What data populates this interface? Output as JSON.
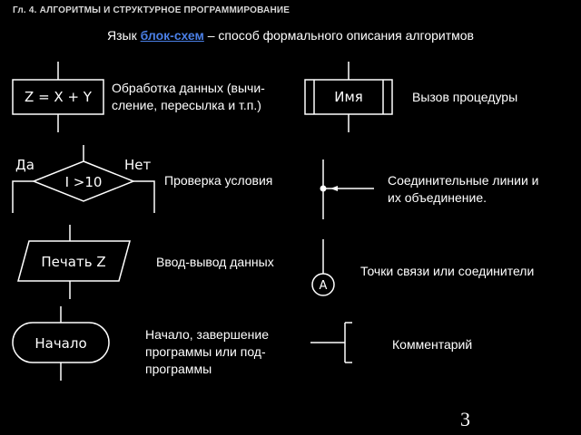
{
  "header": "Гл. 4. АЛГОРИТМЫ И СТРУКТУРНОЕ ПРОГРАММИРОВАНИЕ",
  "title": {
    "prefix": "Язык ",
    "highlight": "блок-схем",
    "suffix": " – способ формального описания алгоритмов"
  },
  "colors": {
    "background": "#000000",
    "foreground": "#ffffff",
    "accent": "#4a7fe6"
  },
  "blocks": {
    "process": {
      "label": "Z = X + Y",
      "desc": [
        "Обработка данных (вычи-",
        "сление, пересылка и т.п.)"
      ]
    },
    "procedure": {
      "label": "Имя",
      "desc": [
        "Вызов процедуры"
      ]
    },
    "decision": {
      "label": "I >10",
      "yes": "Да",
      "no": "Нет",
      "desc": [
        "Проверка условия"
      ]
    },
    "connector_lines": {
      "desc": [
        "Соединительные линии и",
        "их объединение."
      ]
    },
    "io": {
      "label": "Печать Z",
      "desc": [
        "Ввод-вывод данных"
      ]
    },
    "connector_point": {
      "label": "A",
      "desc": [
        "Точки связи или соединители"
      ]
    },
    "terminal": {
      "label": "Начало",
      "desc": [
        "Начало, завершение",
        "программы или под-",
        "программы"
      ]
    },
    "comment": {
      "desc": [
        "Комментарий"
      ]
    }
  },
  "page_number": "3"
}
